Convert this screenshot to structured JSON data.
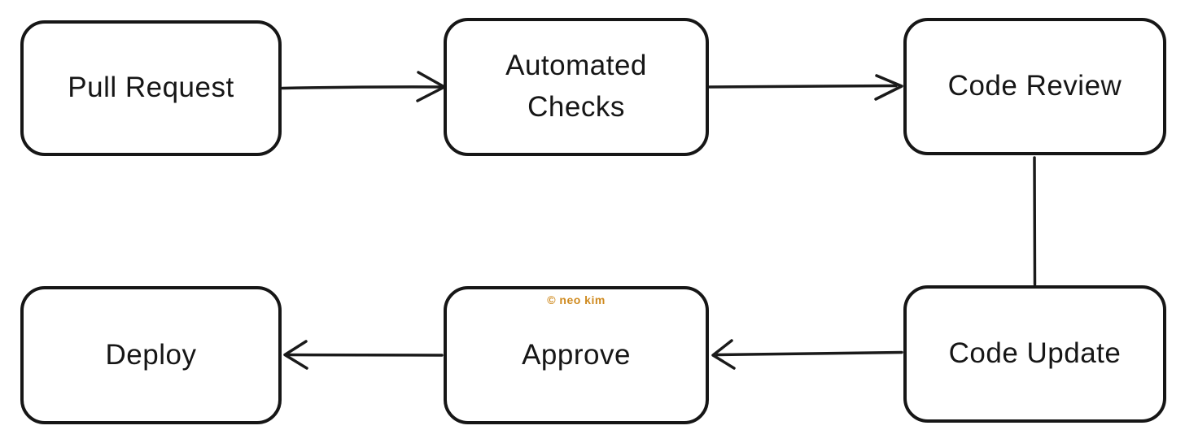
{
  "diagram": {
    "type": "flowchart",
    "background": "#ffffff",
    "stroke_color": "#1a1a1a",
    "node_fill": "#ffffff",
    "style": "hand-drawn rounded rectangles with open-V arrowheads"
  },
  "nodes": [
    {
      "id": "pull-request",
      "label": "Pull Request"
    },
    {
      "id": "automated-checks",
      "label": "Automated Checks"
    },
    {
      "id": "code-review",
      "label": "Code Review"
    },
    {
      "id": "code-update",
      "label": "Code Update"
    },
    {
      "id": "approve",
      "label": "Approve"
    },
    {
      "id": "deploy",
      "label": "Deploy"
    }
  ],
  "edges": [
    {
      "from": "Pull Request",
      "to": "Automated Checks",
      "direction": "right",
      "arrowhead": true
    },
    {
      "from": "Automated Checks",
      "to": "Code Review",
      "direction": "right",
      "arrowhead": true
    },
    {
      "from": "Code Review",
      "to": "Code Update",
      "direction": "down",
      "arrowhead": false
    },
    {
      "from": "Code Update",
      "to": "Approve",
      "direction": "left",
      "arrowhead": true
    },
    {
      "from": "Approve",
      "to": "Deploy",
      "direction": "left",
      "arrowhead": true
    }
  ],
  "watermark": {
    "text": "© neo kim",
    "color": "#cf8a1f"
  }
}
